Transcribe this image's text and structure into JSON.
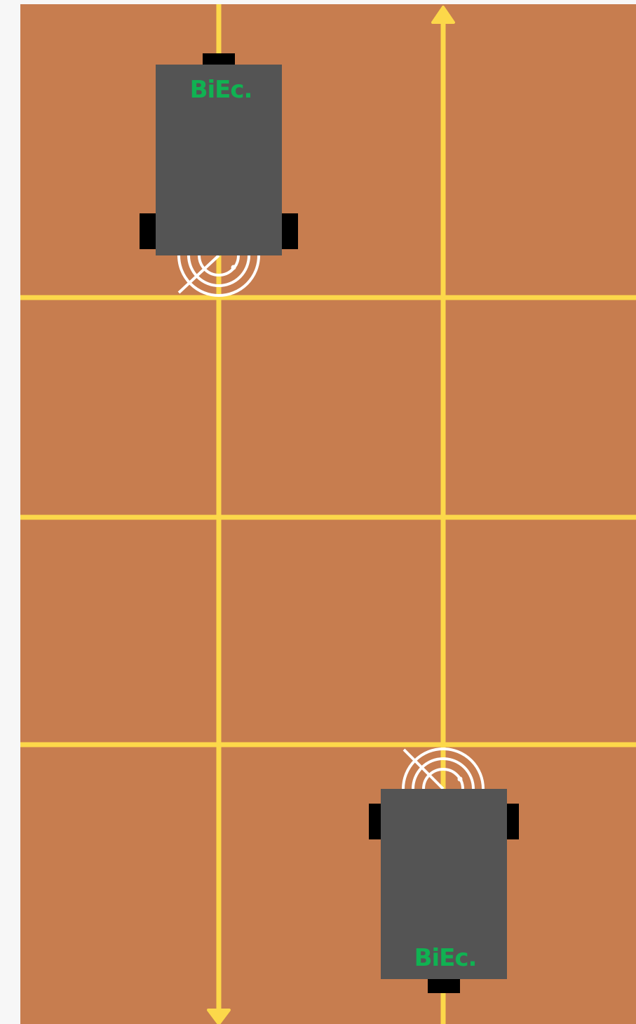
{
  "colors": {
    "field": "#c77d4f",
    "line": "#fcd84a",
    "robot_body": "#545454",
    "robot_wheel": "#000000",
    "robot_logo": "#10b252",
    "sensor": "#ffffff",
    "page_background": "#f7f7f7"
  },
  "robots": [
    {
      "id": "robot-top",
      "label": "BiEc.",
      "heading": "down",
      "sensor_icon": "sensor-radar-icon"
    },
    {
      "id": "robot-bottom",
      "label": "BiEc.",
      "heading": "up",
      "sensor_icon": "sensor-radar-icon"
    }
  ],
  "arrows": [
    {
      "id": "arrow-up",
      "direction": "up",
      "icon": "arrow-up-icon"
    },
    {
      "id": "arrow-down",
      "direction": "down",
      "icon": "arrow-down-icon"
    }
  ]
}
